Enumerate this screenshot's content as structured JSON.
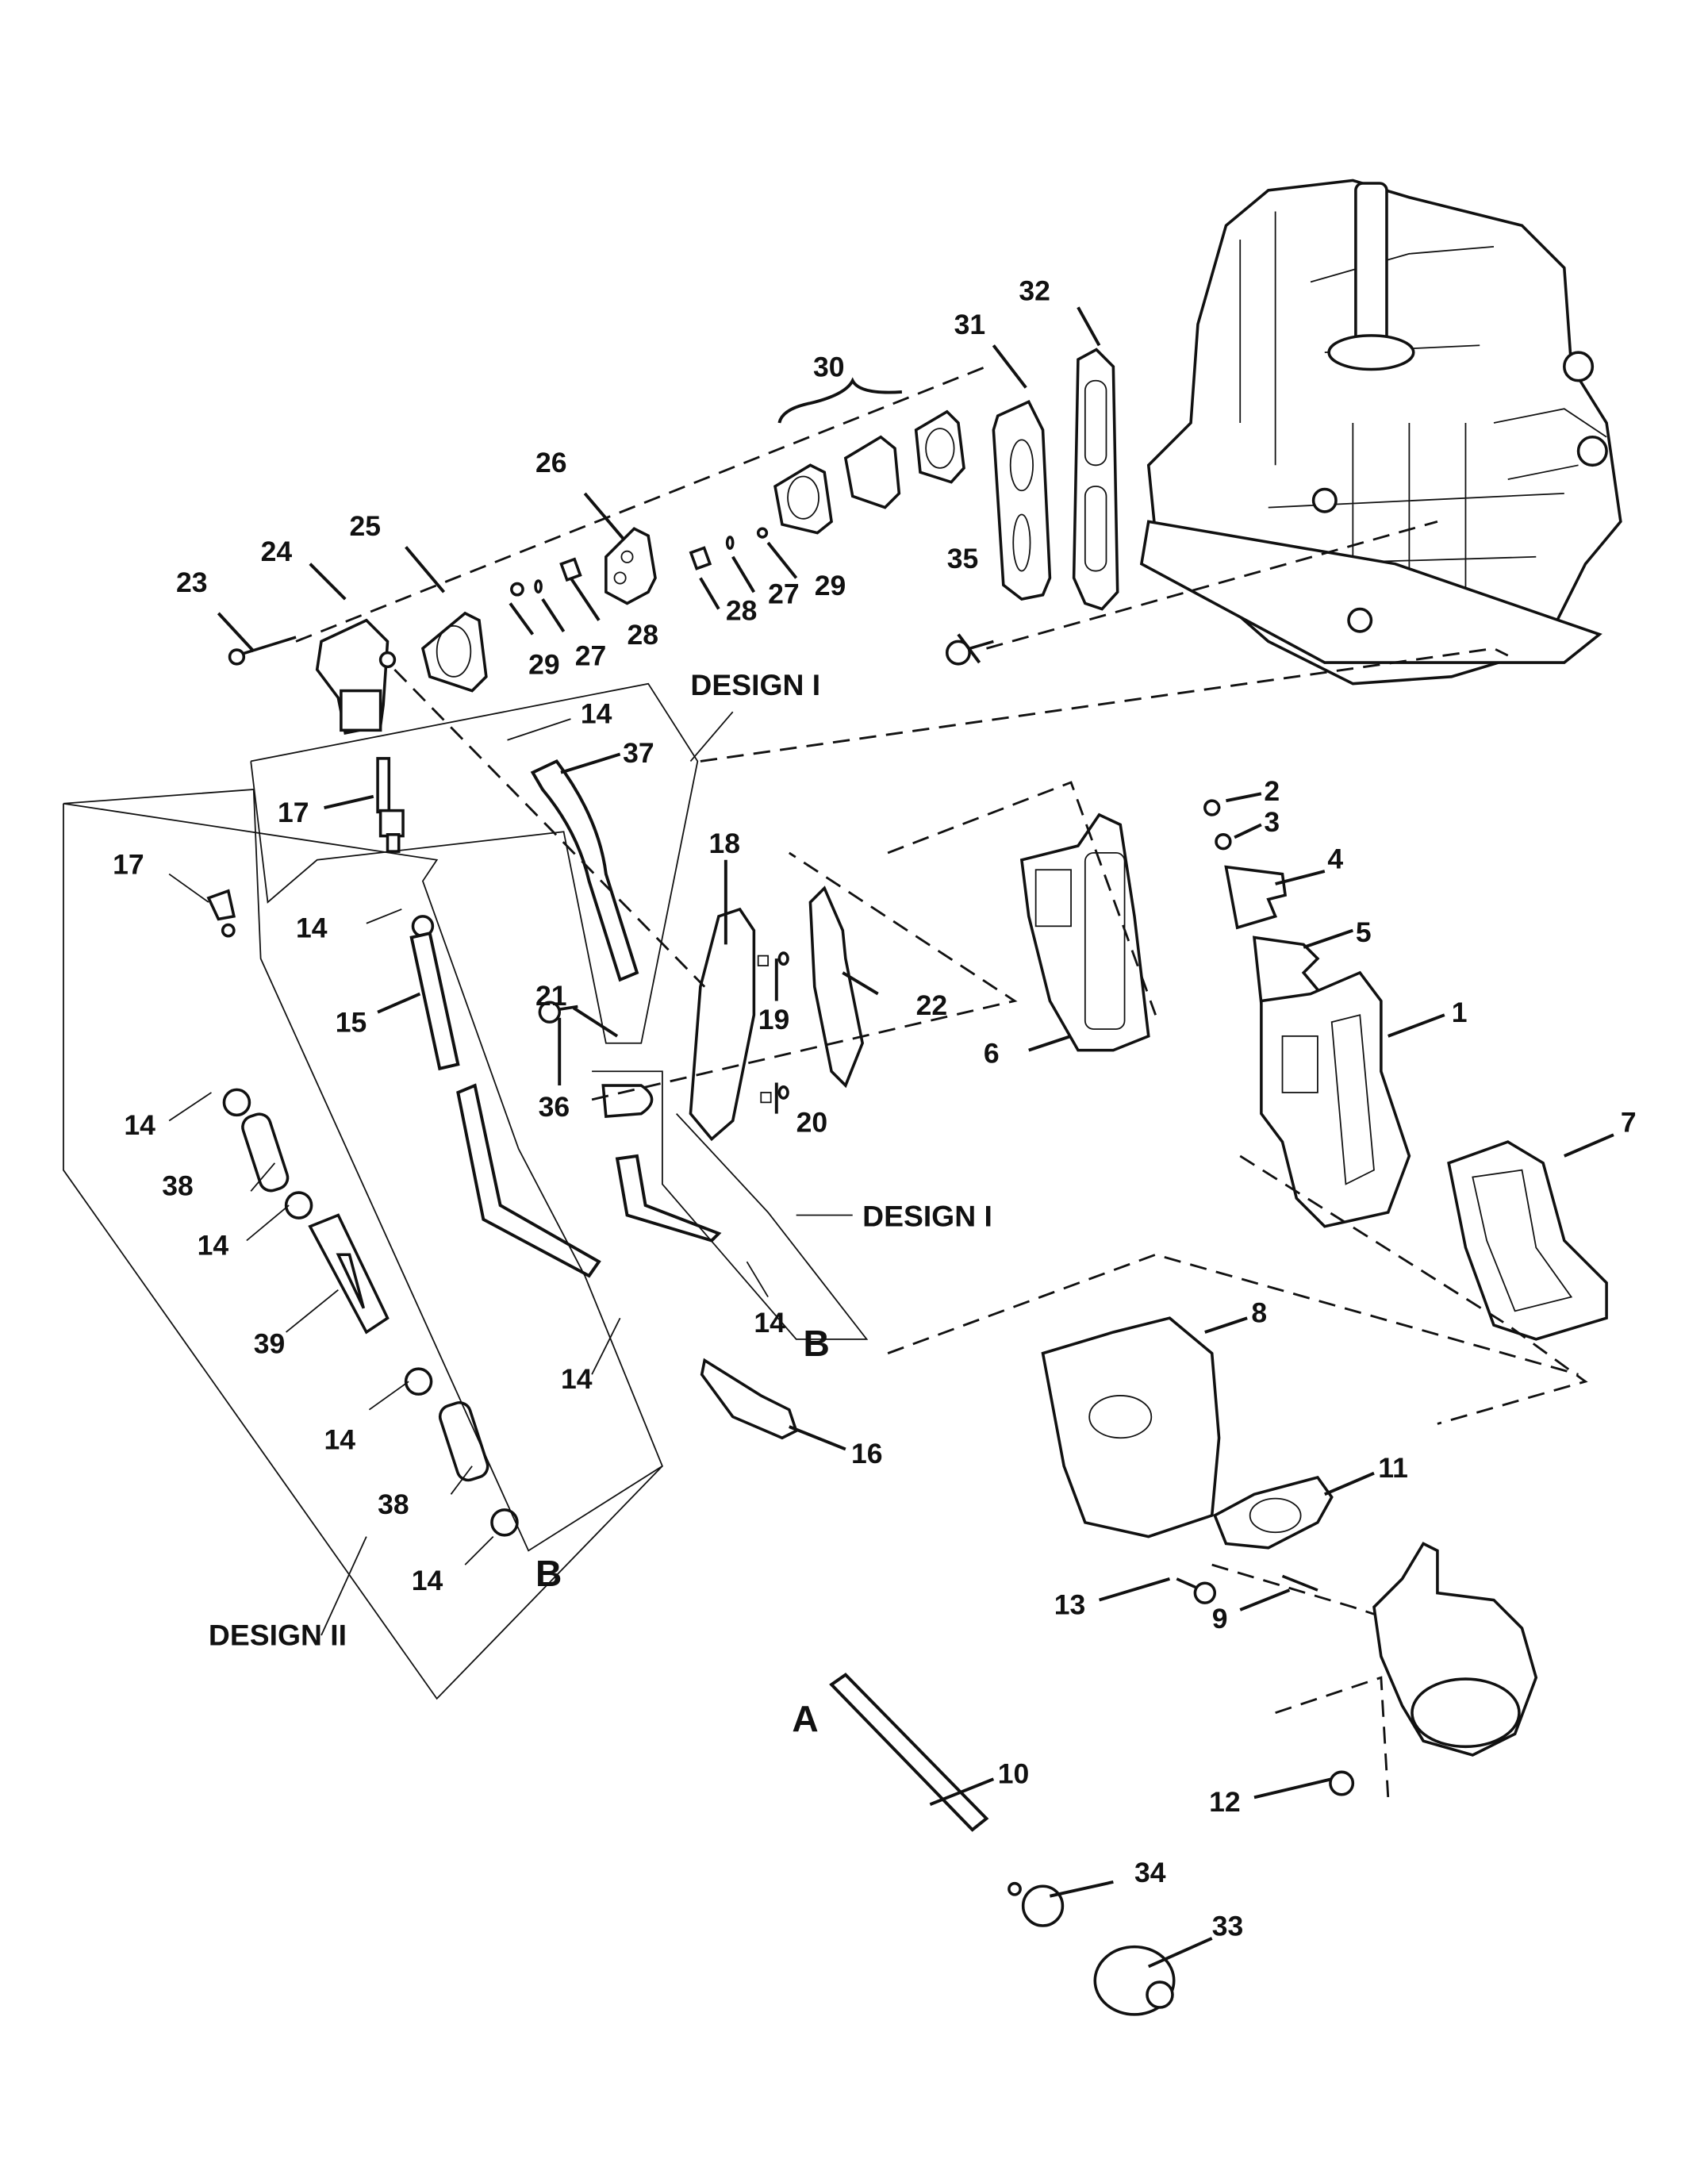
{
  "diagram": {
    "title": "",
    "callouts": [
      {
        "id": "c1",
        "text": "1"
      },
      {
        "id": "c2",
        "text": "2"
      },
      {
        "id": "c3",
        "text": "3"
      },
      {
        "id": "c4",
        "text": "4"
      },
      {
        "id": "c5",
        "text": "5"
      },
      {
        "id": "c6",
        "text": "6"
      },
      {
        "id": "c7",
        "text": "7"
      },
      {
        "id": "c8",
        "text": "8"
      },
      {
        "id": "c9",
        "text": "9"
      },
      {
        "id": "c10",
        "text": "10"
      },
      {
        "id": "c11",
        "text": "11"
      },
      {
        "id": "c12",
        "text": "12"
      },
      {
        "id": "c13",
        "text": "13"
      },
      {
        "id": "c14a",
        "text": "14"
      },
      {
        "id": "c14b",
        "text": "14"
      },
      {
        "id": "c14c",
        "text": "14"
      },
      {
        "id": "c14d",
        "text": "14"
      },
      {
        "id": "c14e",
        "text": "14"
      },
      {
        "id": "c14f",
        "text": "14"
      },
      {
        "id": "c14g",
        "text": "14"
      },
      {
        "id": "c14h",
        "text": "14"
      },
      {
        "id": "c15",
        "text": "15"
      },
      {
        "id": "c16",
        "text": "16"
      },
      {
        "id": "c17a",
        "text": "17"
      },
      {
        "id": "c17b",
        "text": "17"
      },
      {
        "id": "c18",
        "text": "18"
      },
      {
        "id": "c19",
        "text": "19"
      },
      {
        "id": "c20",
        "text": "20"
      },
      {
        "id": "c21",
        "text": "21"
      },
      {
        "id": "c22",
        "text": "22"
      },
      {
        "id": "c23",
        "text": "23"
      },
      {
        "id": "c24",
        "text": "24"
      },
      {
        "id": "c25",
        "text": "25"
      },
      {
        "id": "c26",
        "text": "26"
      },
      {
        "id": "c27a",
        "text": "27"
      },
      {
        "id": "c27b",
        "text": "27"
      },
      {
        "id": "c28a",
        "text": "28"
      },
      {
        "id": "c28b",
        "text": "28"
      },
      {
        "id": "c29a",
        "text": "29"
      },
      {
        "id": "c29b",
        "text": "29"
      },
      {
        "id": "c30",
        "text": "30"
      },
      {
        "id": "c31",
        "text": "31"
      },
      {
        "id": "c32",
        "text": "32"
      },
      {
        "id": "c33",
        "text": "33"
      },
      {
        "id": "c34",
        "text": "34"
      },
      {
        "id": "c35",
        "text": "35"
      },
      {
        "id": "c36",
        "text": "36"
      },
      {
        "id": "c37",
        "text": "37"
      },
      {
        "id": "c38a",
        "text": "38"
      },
      {
        "id": "c38b",
        "text": "38"
      },
      {
        "id": "c39",
        "text": "39"
      }
    ],
    "design_labels": {
      "design_i_top": "DESIGN I",
      "design_i_mid": "DESIGN I",
      "design_ii": "DESIGN II"
    },
    "reference_letters": {
      "a": "A",
      "b_right": "B",
      "b_left": "B"
    }
  }
}
